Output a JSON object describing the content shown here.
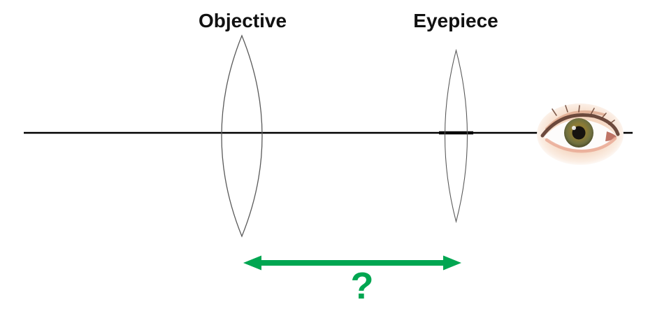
{
  "diagram": {
    "objective_label": "Objective",
    "eyepiece_label": "Eyepiece",
    "question_mark": "?"
  },
  "colors": {
    "arrow_green": "#00a651",
    "axis_line": "#000000",
    "lens_outline": "#5a5a5a",
    "label_text": "#111111"
  },
  "icons": {
    "eye": "human-eye-photo"
  }
}
